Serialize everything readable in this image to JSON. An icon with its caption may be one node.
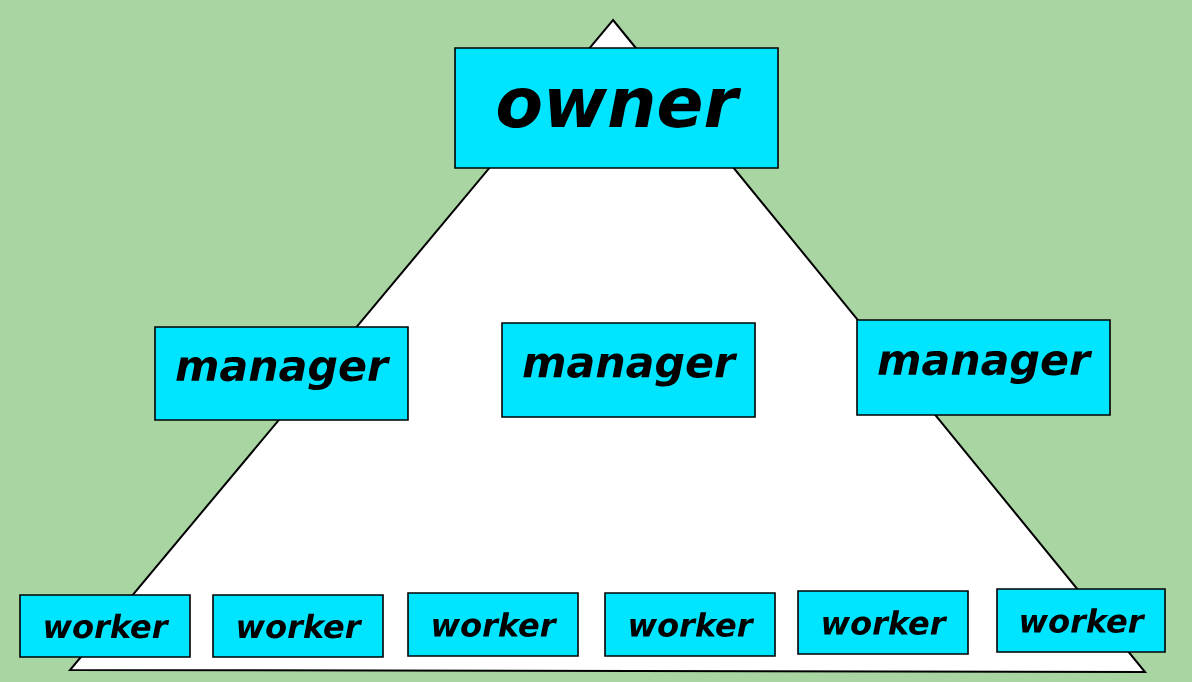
{
  "diagram": {
    "nodes": [
      {
        "text": [
          "owner"
        ]
      },
      {
        "text": [
          "manager"
        ]
      },
      {
        "text": [
          "manager"
        ]
      },
      {
        "text": [
          "manager"
        ]
      },
      {
        "text": [
          "worker"
        ]
      },
      {
        "text": [
          "worker"
        ]
      },
      {
        "text": [
          "worker"
        ]
      },
      {
        "text": [
          "worker"
        ]
      },
      {
        "text": [
          "worker"
        ]
      },
      {
        "text": [
          "worker"
        ]
      }
    ]
  }
}
